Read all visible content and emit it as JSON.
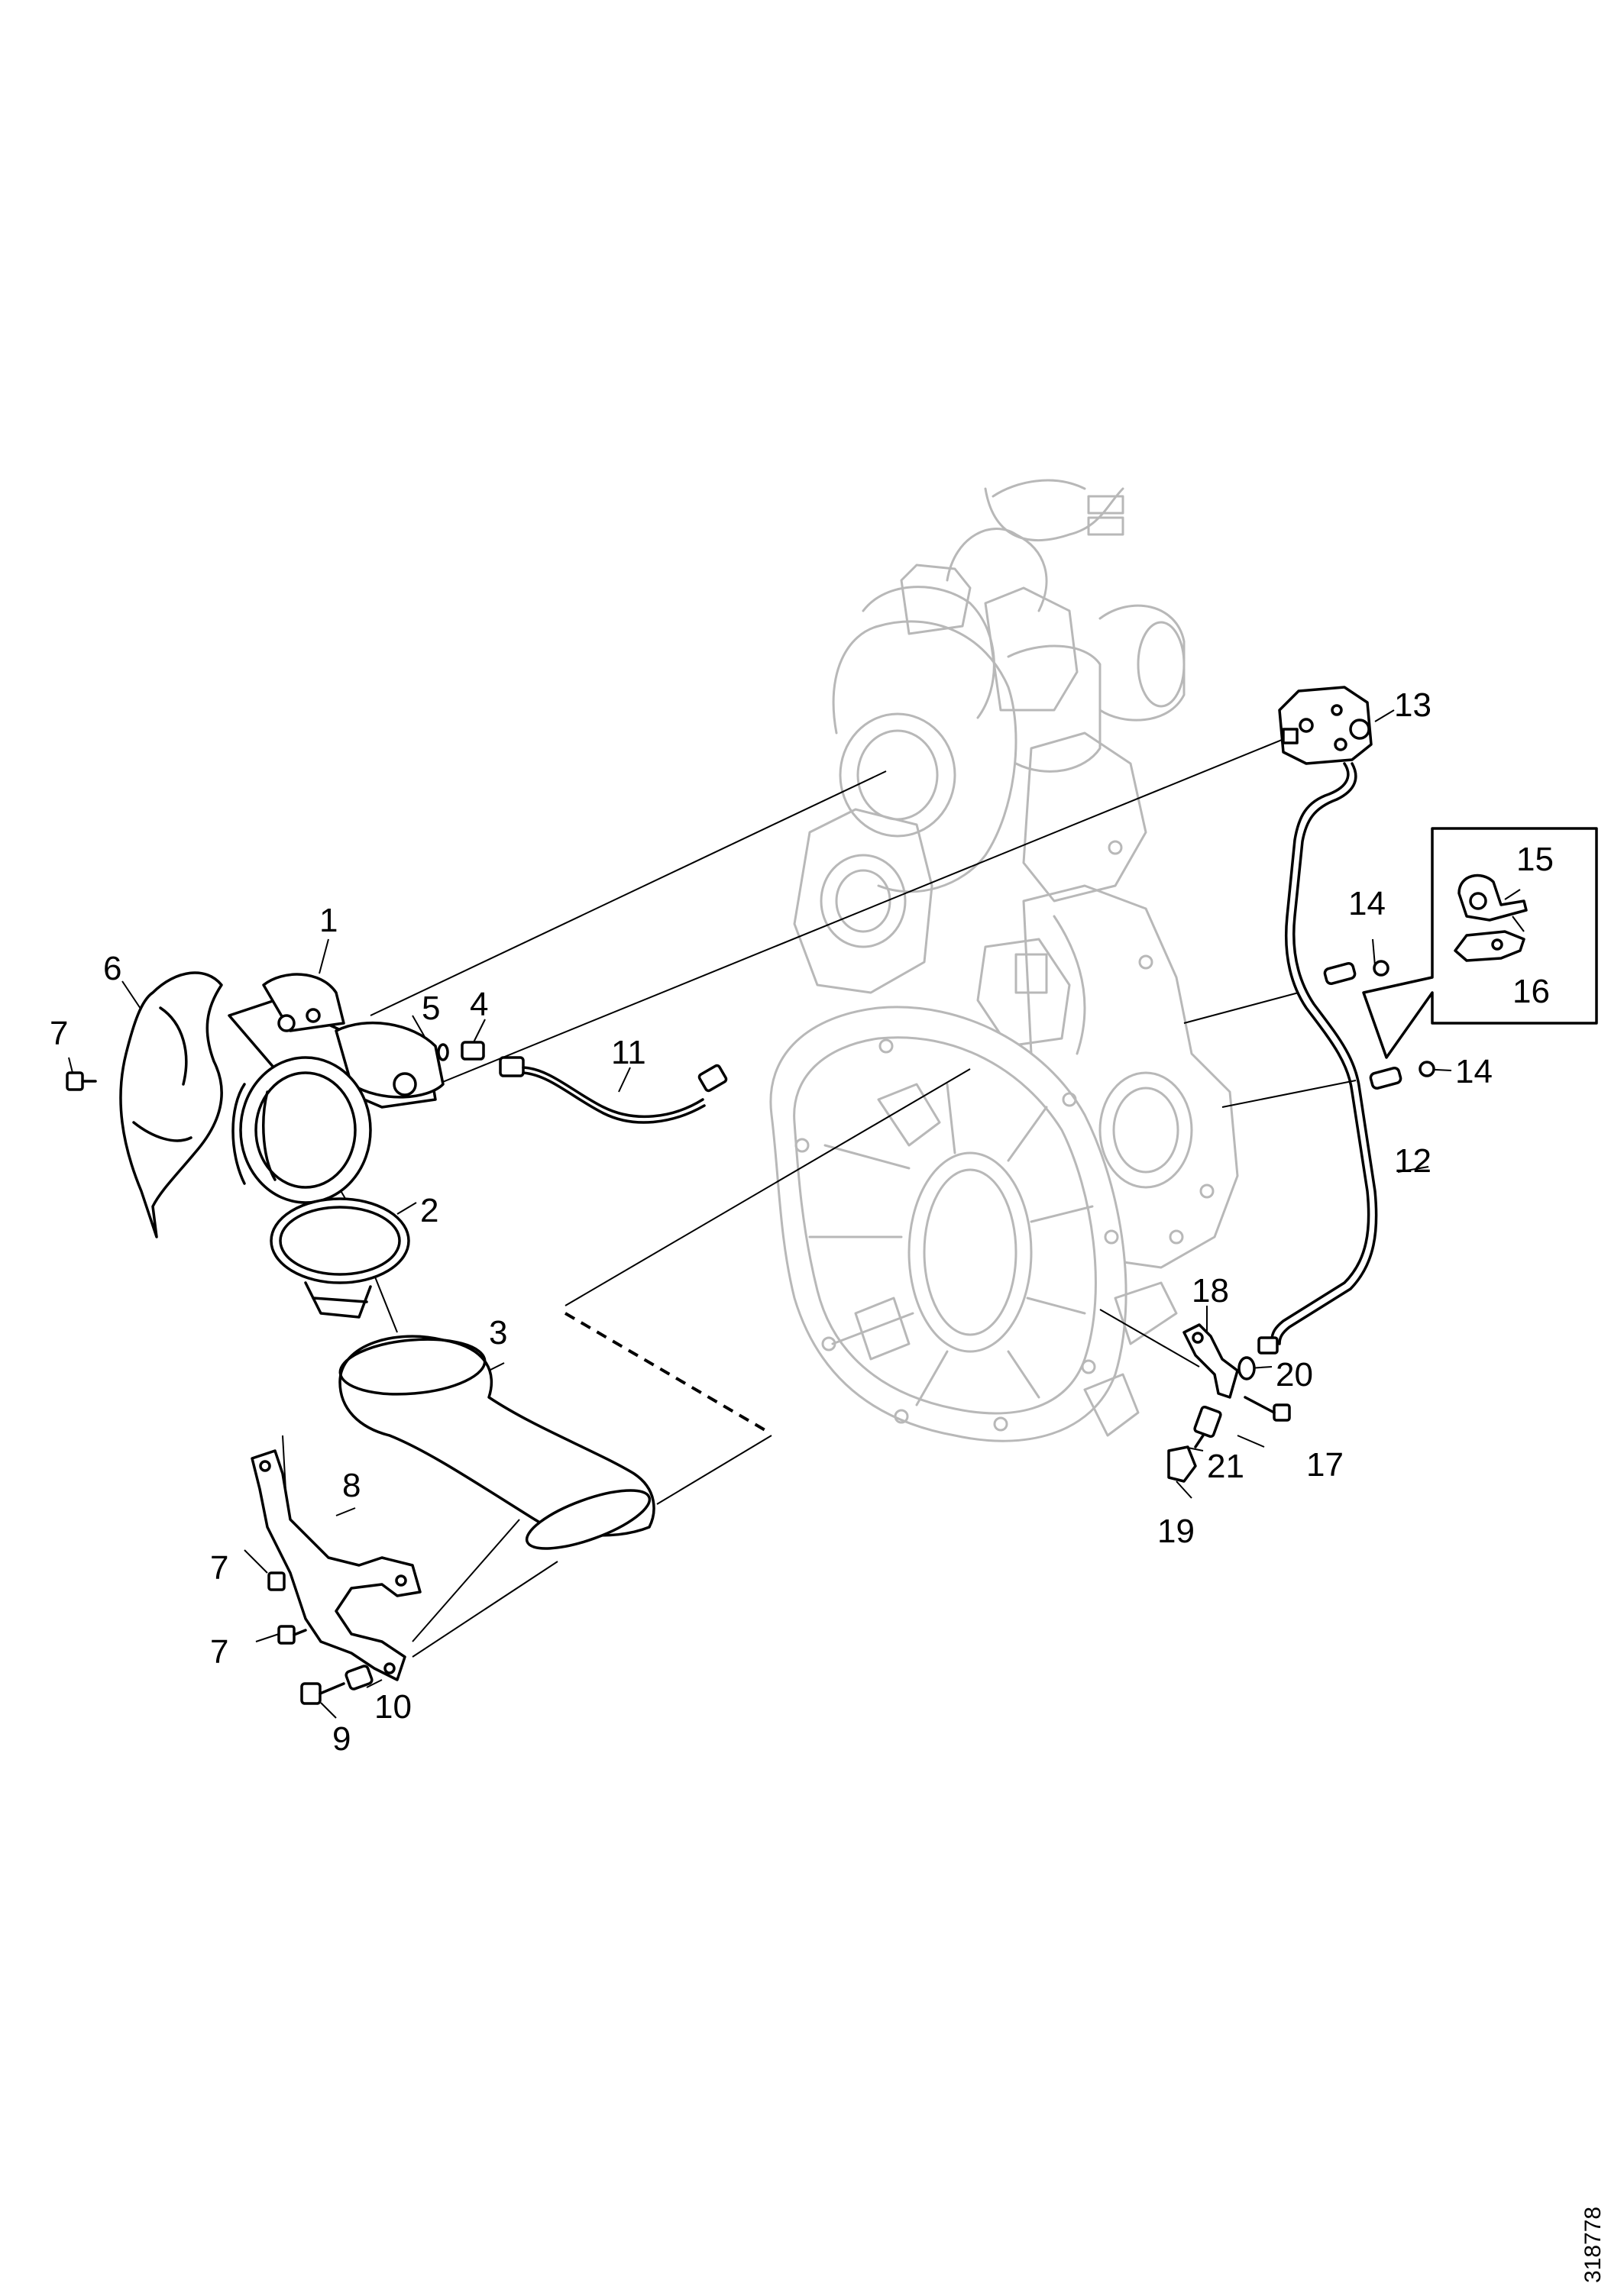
{
  "diagram": {
    "callouts": [
      {
        "id": "c1",
        "label": "1"
      },
      {
        "id": "c2",
        "label": "2"
      },
      {
        "id": "c3",
        "label": "3"
      },
      {
        "id": "c4",
        "label": "4"
      },
      {
        "id": "c5",
        "label": "5"
      },
      {
        "id": "c6",
        "label": "6"
      },
      {
        "id": "c7a",
        "label": "7"
      },
      {
        "id": "c7b",
        "label": "7"
      },
      {
        "id": "c7c",
        "label": "7"
      },
      {
        "id": "c8",
        "label": "8"
      },
      {
        "id": "c9",
        "label": "9"
      },
      {
        "id": "c10",
        "label": "10"
      },
      {
        "id": "c11",
        "label": "11"
      },
      {
        "id": "c12",
        "label": "12"
      },
      {
        "id": "c13",
        "label": "13"
      },
      {
        "id": "c14a",
        "label": "14"
      },
      {
        "id": "c14b",
        "label": "14"
      },
      {
        "id": "c15",
        "label": "15"
      },
      {
        "id": "c16",
        "label": "16"
      },
      {
        "id": "c17",
        "label": "17"
      },
      {
        "id": "c18",
        "label": "18"
      },
      {
        "id": "c19",
        "label": "19"
      },
      {
        "id": "c20",
        "label": "20"
      },
      {
        "id": "c21",
        "label": "21"
      }
    ],
    "document_number": "318778",
    "colors": {
      "line": "#000000",
      "engine": "#b8b8b8",
      "background": "#ffffff"
    }
  }
}
